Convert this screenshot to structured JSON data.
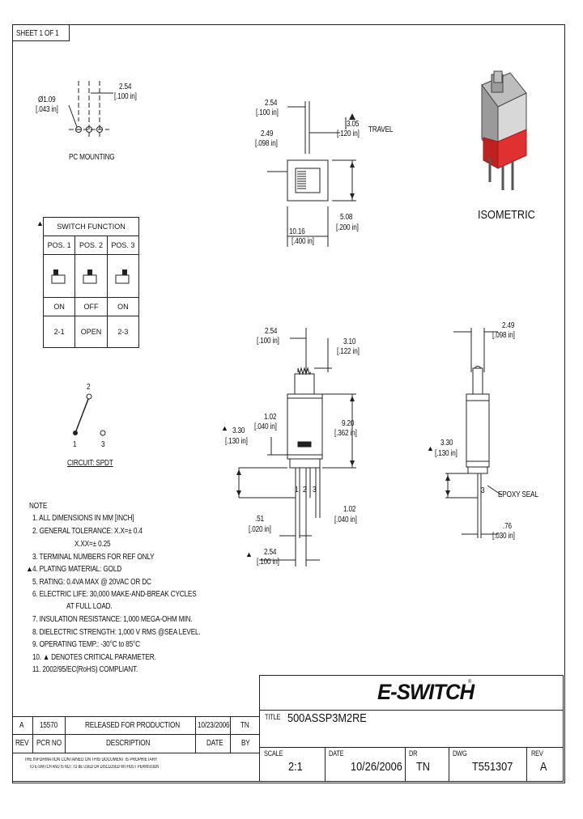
{
  "sheet": {
    "label": "SHEET 1 OF 1"
  },
  "pc_mounting": {
    "label": "PC MOUNTING",
    "diameter_mm": "Ø1.09",
    "diameter_in": "[.043 in]",
    "pitch_mm": "2.54",
    "pitch_in": "[.100 in]"
  },
  "top_view": {
    "dim1_mm": "2.54",
    "dim1_in": "[.100 in]",
    "dim2_mm": "2.49",
    "dim2_in": "[.098 in]",
    "travel_mm": "3.05",
    "travel_in": "[.120 in]",
    "travel_label": "TRAVEL",
    "width_mm": "10.16",
    "width_in": "[.400 in]",
    "depth_mm": "5.08",
    "depth_in": "[.200 in]"
  },
  "isometric": {
    "label": "ISOMETRIC"
  },
  "switch_function": {
    "title": "SWITCH FUNCTION",
    "positions": [
      "POS. 1",
      "POS. 2",
      "POS. 3"
    ],
    "states": [
      "ON",
      "OFF",
      "ON"
    ],
    "connections": [
      "2-1",
      "OPEN",
      "2-3"
    ]
  },
  "circuit": {
    "label": "CIRCUIT: SPDT",
    "terminal_top": "2",
    "terminal_left": "1",
    "terminal_right": "3"
  },
  "front_view": {
    "top_mm": "2.54",
    "top_in": "[.100 in]",
    "actuator_mm": "3.10",
    "actuator_in": "[.122 in]",
    "shoulder_mm": "1.02",
    "shoulder_in": "[.040 in]",
    "height_mm": "9.20",
    "height_in": "[.362 in]",
    "pin_mm": "3.30",
    "pin_in": "[.130 in]",
    "pin_w_mm": "1.02",
    "pin_w_in": "[.040 in]",
    "gap_mm": ".51",
    "gap_in": "[.020 in]",
    "pitch_mm": "2.54",
    "pitch_in": "[.100 in]",
    "pins": [
      "1",
      "2",
      "3"
    ]
  },
  "side_view": {
    "top_mm": "2.49",
    "top_in": "[.098 in]",
    "pin_mm": "3.30",
    "pin_in": "[.130 in]",
    "thick_mm": ".76",
    "thick_in": "[.030 in]",
    "pin_label": "3",
    "seal_label": "EPOXY SEAL"
  },
  "notes": {
    "title": "NOTE",
    "items": [
      "1. ALL DIMENSIONS IN MM [INCH]",
      "2. GENERAL TOLERANCE: X.X=± 0.4",
      "X.XX=± 0.25",
      "3. TERMINAL NUMBERS FOR REF ONLY",
      "4. PLATING MATERIAL: GOLD",
      "5. RATING: 0.4VA MAX @ 20VAC OR DC",
      "6. ELECTRIC LIFE: 30,000 MAKE-AND-BREAK CYCLES",
      "AT FULL LOAD.",
      "7. INSULATION RESISTANCE: 1,000 MEGA-OHM MIN.",
      "8. DIELECTRIC STRENGTH: 1,000 V RMS @SEA LEVEL.",
      "9. OPERATING TEMP.: -30°C to 85°C",
      "10. ▲ DENOTES CRITICAL PARAMETER.",
      "11. 2002/95/EC(RoHS) COMPLIANT."
    ]
  },
  "revision_table": {
    "row": {
      "rev": "A",
      "pcr": "15570",
      "description": "RELEASED FOR PRODUCTION",
      "date": "10/23/2006",
      "by": "TN"
    },
    "headers": {
      "rev": "REV",
      "pcr": "PCR NO",
      "description": "DESCRIPTION",
      "date": "DATE",
      "by": "BY"
    },
    "disclaimer_1": "THE INFORMATION CONTAINED ON THIS DOCUMENT IS PROPRIETARY",
    "disclaimer_2": "TO E-SWITCH AND IS NOT TO BE USED OR DISCLOSED WITHOUT PERMISSION"
  },
  "title_block": {
    "logo": "E-SWITCH",
    "logo_mark": "®",
    "title_label": "TITLE",
    "title_value": "500ASSP3M2RE",
    "scale_label": "SCALE",
    "scale_value": "2:1",
    "date_label": "DATE",
    "date_value": "10/26/2006",
    "dr_label": "DR",
    "dr_value": "TN",
    "dwg_label": "DWG",
    "dwg_value": "T551307",
    "rev_label": "REV",
    "rev_value": "A"
  },
  "colors": {
    "line": "#222222",
    "accent_red": "#e03030",
    "steel": "#9a9a9a"
  }
}
